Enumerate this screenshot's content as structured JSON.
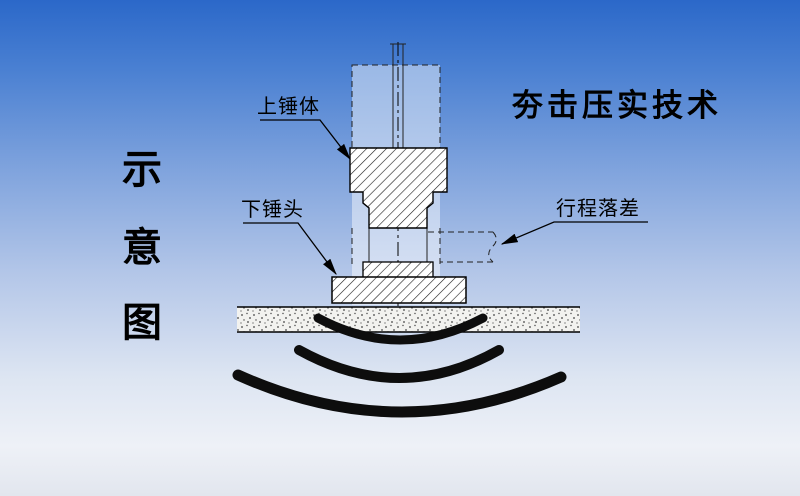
{
  "title": "夯击压实技术",
  "side_label": [
    "示",
    "意",
    "图"
  ],
  "labels": {
    "upper_hammer": "上锤体",
    "lower_hammer": "下锤头",
    "stroke_gap": "行程落差"
  },
  "colors": {
    "bg_top": "#2b68c9",
    "bg_bottom": "#e2e6ee",
    "ink": "#000000",
    "soil_fill": "#f2f2ef"
  }
}
